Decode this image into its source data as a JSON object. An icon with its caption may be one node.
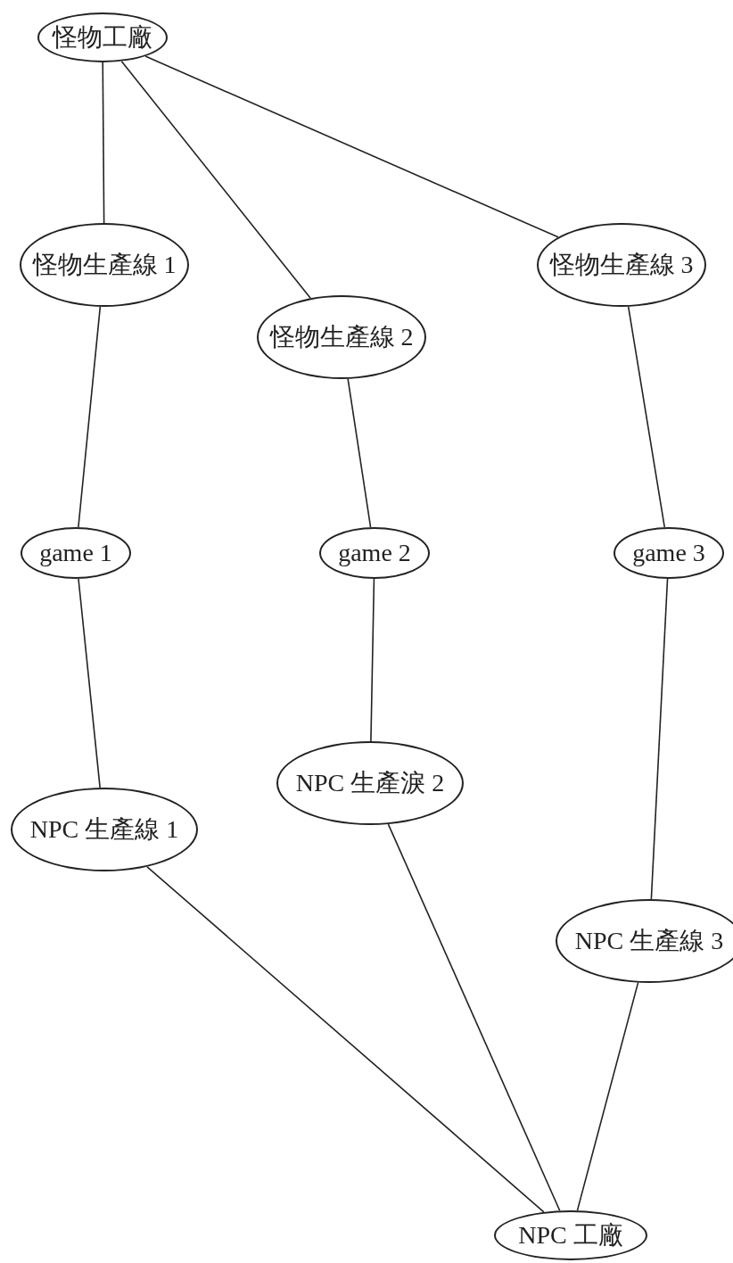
{
  "diagram": {
    "nodes": [
      {
        "text": [
          "怪物工廠"
        ]
      },
      {
        "text": [
          "怪物生產線 1"
        ]
      },
      {
        "text": [
          "怪物生產線 2"
        ]
      },
      {
        "text": [
          "怪物生產線 3"
        ]
      },
      {
        "text": [
          "game 1"
        ]
      },
      {
        "text": [
          "game 2"
        ]
      },
      {
        "text": [
          "game 3"
        ]
      },
      {
        "text": [
          "NPC 生產線 1"
        ]
      },
      {
        "text": [
          "NPC 生產淚 2"
        ]
      },
      {
        "text": [
          "NPC 生產線 3"
        ]
      },
      {
        "text": [
          "NPC 工廠"
        ]
      }
    ],
    "edges": [
      {
        "from": 0,
        "to": 1,
        "arrow": "none"
      },
      {
        "from": 0,
        "to": 2,
        "arrow": "none"
      },
      {
        "from": 0,
        "to": 3,
        "arrow": "none"
      },
      {
        "from": 1,
        "to": 4,
        "arrow": "none"
      },
      {
        "from": 2,
        "to": 5,
        "arrow": "none"
      },
      {
        "from": 3,
        "to": 6,
        "arrow": "none"
      },
      {
        "from": 4,
        "to": 7,
        "arrow": "none"
      },
      {
        "from": 5,
        "to": 8,
        "arrow": "none"
      },
      {
        "from": 6,
        "to": 9,
        "arrow": "none"
      },
      {
        "from": 7,
        "to": 10,
        "arrow": "none"
      },
      {
        "from": 8,
        "to": 10,
        "arrow": "none"
      },
      {
        "from": 9,
        "to": 10,
        "arrow": "none"
      }
    ]
  }
}
